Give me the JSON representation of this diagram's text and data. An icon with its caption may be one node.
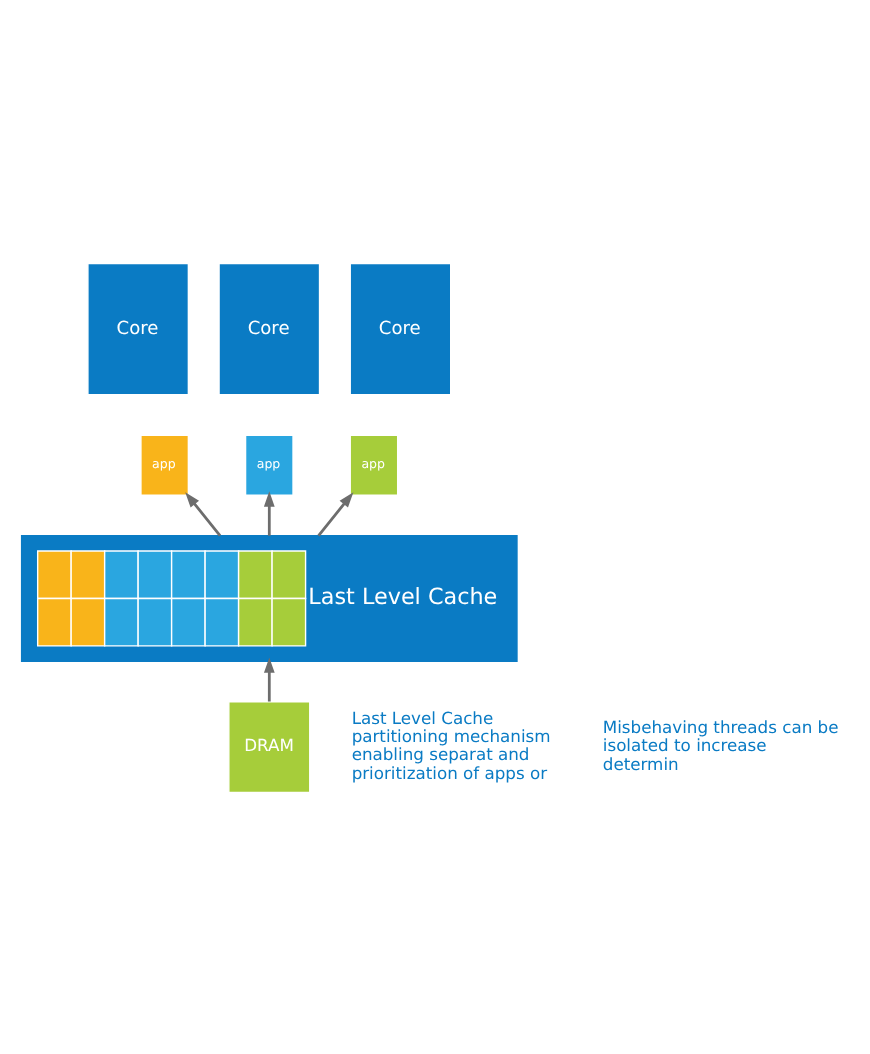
{
  "diagram": {
    "nodes": [
      {
        "text": [
          "Core"
        ]
      },
      {
        "text": [
          "app"
        ]
      },
      {
        "text": [
          "Core"
        ]
      },
      {
        "text": [
          "app"
        ]
      },
      {
        "text": [
          "Core"
        ]
      },
      {
        "text": [
          "app"
        ]
      },
      {
        "text": [
          "Last Level Cache"
        ]
      },
      {
        "text": [
          "DRAM"
        ]
      }
    ],
    "edges": [
      {
        "from": 6,
        "to": 1,
        "arrow": "to"
      },
      {
        "from": 6,
        "to": 3,
        "arrow": "to"
      },
      {
        "from": 6,
        "to": 5,
        "arrow": "to"
      },
      {
        "from": 7,
        "to": 6,
        "arrow": "to"
      }
    ],
    "labels": [
      "Last Level Cache partitioning mechanism enabling separat and prioritization of apps or",
      "Misbehaving threads can be isolated to increase determin"
    ]
  }
}
